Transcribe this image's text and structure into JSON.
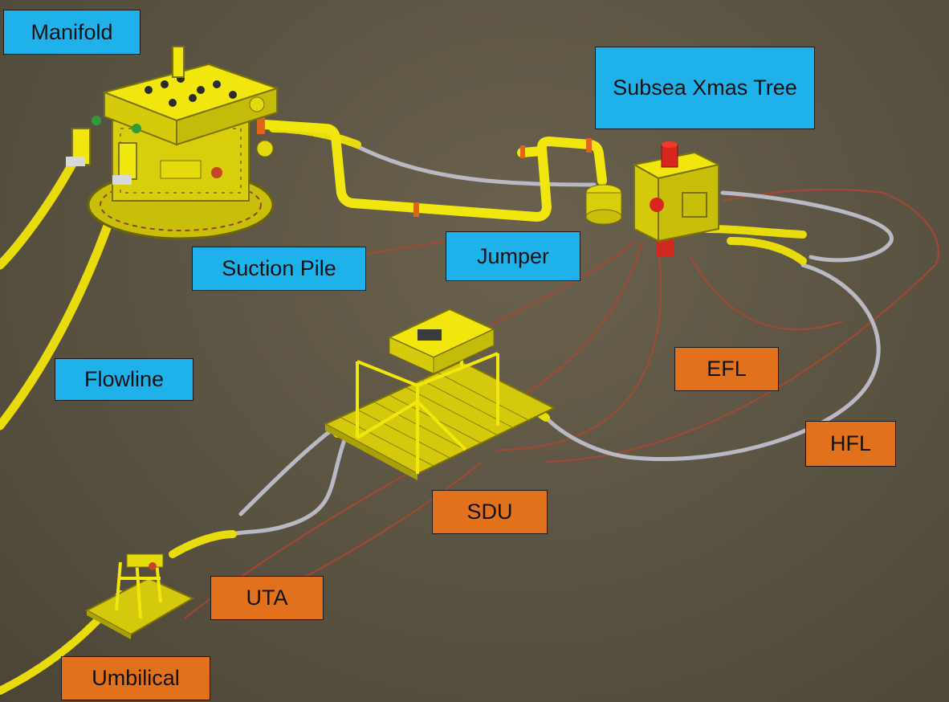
{
  "labels": {
    "manifold": "Manifold",
    "xmas_tree": "Subsea Xmas Tree",
    "suction_pile": "Suction Pile",
    "jumper": "Jumper",
    "flowline": "Flowline",
    "efl": "EFL",
    "hfl": "HFL",
    "sdu": "SDU",
    "uta": "UTA",
    "umbilical": "Umbilical"
  },
  "colors": {
    "seabed": "#5a5241",
    "equipment_yellow": "#f2e60f",
    "label_blue": "#1fb1ea",
    "label_orange": "#e2711d",
    "hose_grey": "#b9b9c4",
    "cable_red": "#b2452f"
  }
}
